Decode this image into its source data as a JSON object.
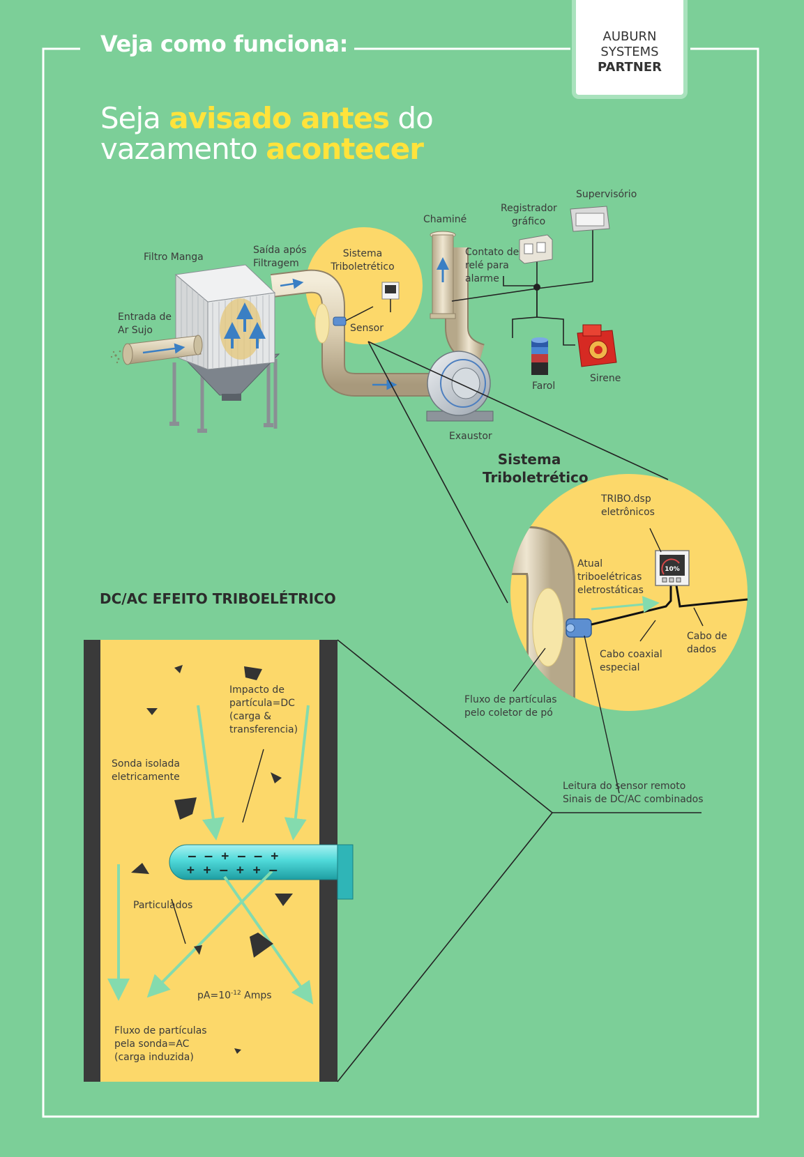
{
  "header": {
    "title": "Veja como funciona:",
    "badge": [
      "AUBURN",
      "SYSTEMS",
      "PARTNER"
    ]
  },
  "headline": {
    "l1_a": "Seja ",
    "l1_b": "avisado antes",
    "l1_c": " do",
    "l2_a": "vazamento ",
    "l2_b": "acontecer"
  },
  "overview": {
    "filtro_manga": "Filtro Manga",
    "entrada": "Entrada de\nAr Sujo",
    "saida": "Saída após\nFiltragem",
    "sistema": "Sistema\nTriboletrético",
    "sensor": "Sensor",
    "chamine": "Chaminé",
    "registrador": "Registrador\ngráfico",
    "supervisorio": "Supervisório",
    "contato": "Contato de\nrelé para\nalarme",
    "farol": "Farol",
    "sirene": "Sirene",
    "exaustor": "Exaustor"
  },
  "detail": {
    "title": "Sistema\nTriboletrético",
    "tribo": "TRIBO.dsp\neletrônicos",
    "display_value": "10%",
    "atual": "Atual\ntriboelétricas\neletrostáticas",
    "cabo_dados": "Cabo de\ndados",
    "cabo_coaxial": "Cabo coaxial\nespecial",
    "fluxo_coletor": "Fluxo de partículas\npelo coletor de pó",
    "leitura": "Leitura do sensor remoto\nSinais de DC/AC combinados"
  },
  "dcac": {
    "title": "DC/AC\nEFEITO TRIBOELÉTRICO",
    "impacto": "Impacto de\npartícula=DC\n(carga &\ntransferencia)",
    "sonda": "Sonda isolada\neletricamente",
    "particulados": "Particulados",
    "pa_prefix": "pA=10",
    "pa_exp": "-12",
    "pa_suffix": " Amps",
    "fluxo_sonda": "Fluxo de partículas\npela sonda=AC\n(carga induzida)",
    "charges_top": "– – + – – +",
    "charges_bottom": "+ + – + + –"
  },
  "colors": {
    "background": "#7ccf98",
    "accent_yellow": "#ffe33b",
    "circle_yellow": "#fcd86a",
    "probe_cyan": "#4fd9d9",
    "arrow_green": "#84dbae"
  }
}
